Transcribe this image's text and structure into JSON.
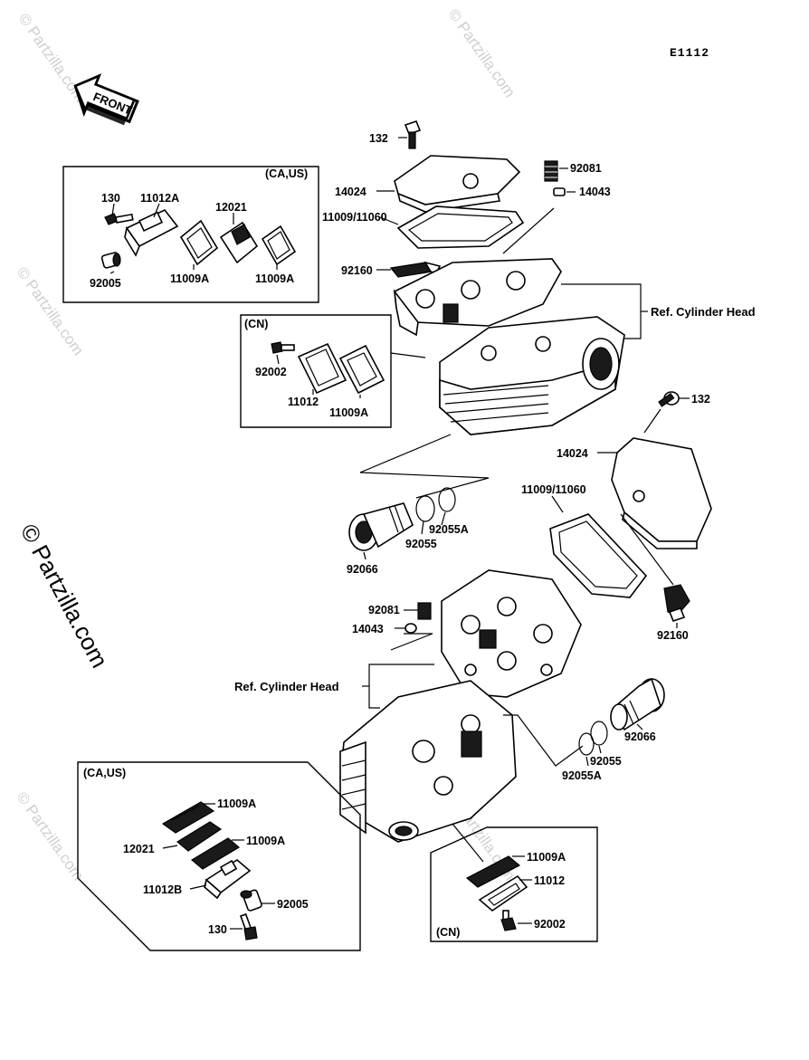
{
  "diagram_code": "E1112",
  "front_label": "FRONT",
  "watermark": "© Partzilla.com",
  "groups": {
    "ca_us_top": "(CA,US)",
    "cn_top": "(CN)",
    "ca_us_bottom": "(CA,US)",
    "cn_bottom": "(CN)"
  },
  "labels": {
    "l132a": "132",
    "l92081a": "92081",
    "l14024a": "14024",
    "l14043a": "14043",
    "l11009_11060a": "11009/11060",
    "l92160a": "92160",
    "refHeadA": "Ref. Cylinder Head",
    "t130": "130",
    "t11012A": "11012A",
    "t12021": "12021",
    "t92005": "92005",
    "t11009Aa": "11009A",
    "t11009Ab": "11009A",
    "c92002": "92002",
    "c11012": "11012",
    "c11009A": "11009A",
    "l132b": "132",
    "l14024b": "14024",
    "l11009_11060b": "11009/11060",
    "l92055Aa": "92055A",
    "l92055a": "92055",
    "l92066a": "92066",
    "l92081b": "92081",
    "l14043b": "14043",
    "l92160b": "92160",
    "refHeadB": "Ref. Cylinder Head",
    "l92066b": "92066",
    "l92055b": "92055",
    "l92055Ab": "92055A",
    "b11009Aa": "11009A",
    "b12021": "12021",
    "b11009Ab": "11009A",
    "b11012B": "11012B",
    "b92005": "92005",
    "b130": "130",
    "d11009A": "11009A",
    "d11012": "11012",
    "d92002": "92002"
  }
}
